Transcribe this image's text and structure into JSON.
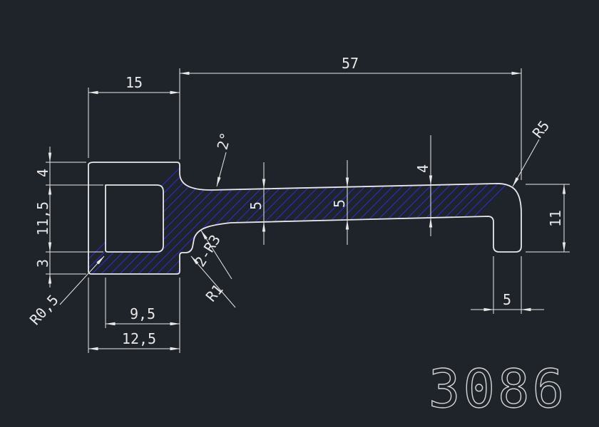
{
  "colors": {
    "background": "#1f232a",
    "line": "#e8e8e8",
    "hatch": "#2d2dc8"
  },
  "drawing": {
    "part_number": "3086",
    "dims": {
      "total_width": "57",
      "flange_width": "15",
      "flange_thickness": "4",
      "inner_height": "11,5",
      "bottom_thickness": "3",
      "radius_small": "R0,5",
      "bottom_inner_width": "9,5",
      "bottom_outer_width": "12,5",
      "taper_angle": "2°",
      "fillets_r3": "2-R3",
      "fillet_r1": "R1",
      "web_thickness_left": "5",
      "web_thickness_mid": "5",
      "web_thickness_right": "4",
      "radius_r5": "R5",
      "leg_height": "11",
      "leg_width": "5"
    }
  }
}
